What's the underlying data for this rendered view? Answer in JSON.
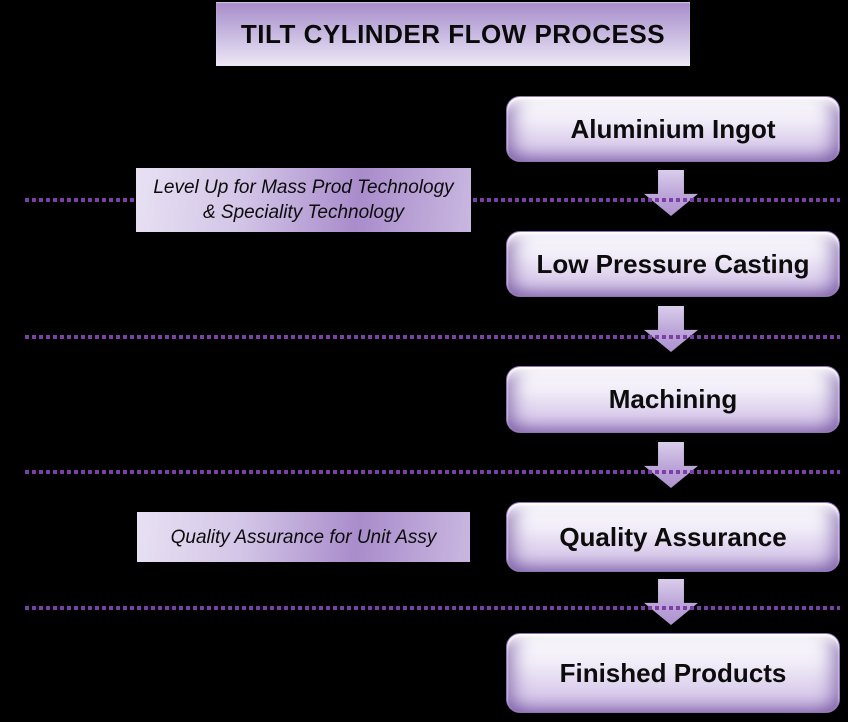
{
  "title": "TILT CYLINDER FLOW PROCESS",
  "steps": [
    {
      "label": "Aluminium Ingot"
    },
    {
      "label": "Low Pressure Casting"
    },
    {
      "label": "Machining"
    },
    {
      "label": "Quality Assurance"
    },
    {
      "label": "Finished Products"
    }
  ],
  "notes": [
    {
      "lines": [
        "Level Up for Mass Prod Technology",
        "& Speciality Technology"
      ]
    },
    {
      "lines": [
        "Quality Assurance for Unit Assy"
      ]
    }
  ],
  "colors": {
    "background": "#000000",
    "divider_dot_purple": "#7B40A5",
    "title_gradient_top": "#A78CC9",
    "title_gradient_bottom": "#EDE8F6",
    "box_fill_light": "#F1ECF8",
    "box_fill_dark": "#C7B3E0",
    "arrow_purple": "#BCA5D8",
    "text": "#0C0C0C"
  }
}
